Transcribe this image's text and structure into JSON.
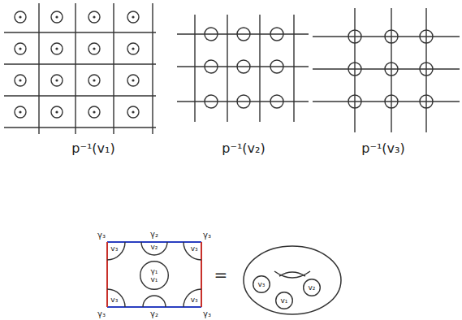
{
  "diagram": {
    "nodes": [
      {
        "text": [
          "v₃"
        ]
      },
      {
        "text": [
          "v₂"
        ]
      },
      {
        "text": [
          "v₃"
        ]
      },
      {
        "text": [
          "γ₁",
          "v₁"
        ]
      },
      {
        "text": [
          "v₃"
        ]
      },
      {
        "text": [
          "v₃"
        ]
      },
      {
        "text": [
          "v₃"
        ]
      },
      {
        "text": [
          "v₁"
        ]
      },
      {
        "text": [
          "v₂"
        ]
      }
    ],
    "labels": [
      "p⁻¹(v₁)",
      "p⁻¹(v₂)",
      "p⁻¹(v₃)",
      "γ₃",
      "γ₂",
      "γ₃",
      "γ₃",
      "γ₂",
      "γ₃",
      "="
    ]
  }
}
